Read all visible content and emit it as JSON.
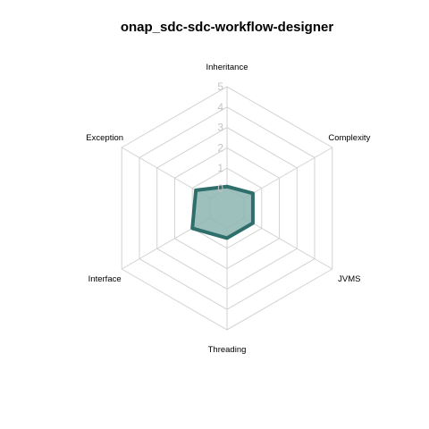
{
  "chart_data": {
    "type": "radar",
    "title": "onap_sdc-sdc-workflow-designer",
    "axes": [
      "Inheritance",
      "Complexity",
      "JVMS",
      "Threading",
      "Interface",
      "Exception"
    ],
    "series": [
      {
        "values": [
          0.1,
          0.5,
          0.5,
          0.5,
          1.0,
          0.8
        ],
        "line_color": "#2e6e6b",
        "fill_color": "#8db5b2"
      }
    ],
    "rlim": [
      0,
      5
    ],
    "ticks": [
      "0",
      "1",
      "2",
      "3",
      "4",
      "5"
    ],
    "grid": true,
    "legend": "none"
  }
}
